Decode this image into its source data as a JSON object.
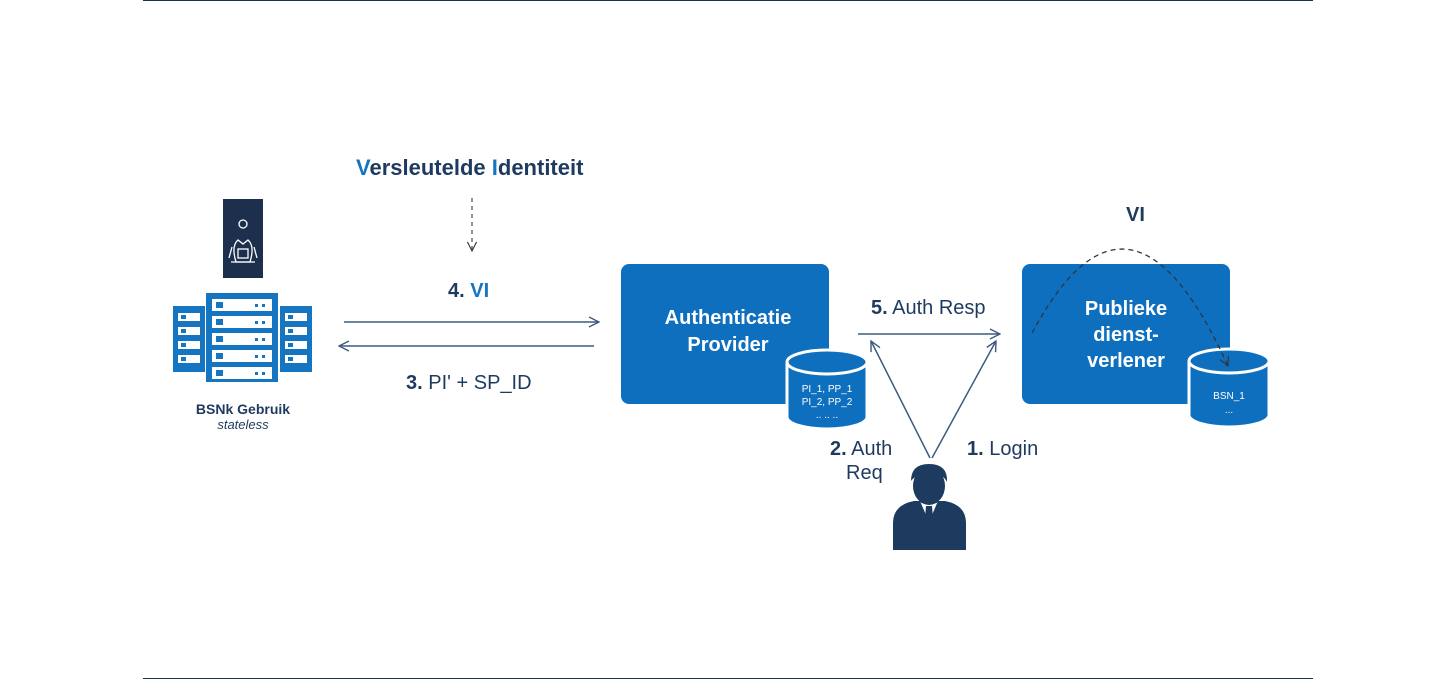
{
  "title": {
    "first_letter": "V",
    "part1": "ersleutelde ",
    "second_letter": "I",
    "part2": "dentiteit"
  },
  "server": {
    "label": "BSNk Gebruik",
    "sublabel": "stateless"
  },
  "arrows": {
    "step4": {
      "number": "4.",
      "text": "VI"
    },
    "step3": {
      "number": "3.",
      "text": "PI' + SP_ID"
    },
    "step5": {
      "number": "5.",
      "text": "Auth Resp"
    },
    "step2": {
      "number": "2.",
      "text_line1": "Auth",
      "text_line2": "Req"
    },
    "step1": {
      "number": "1.",
      "text": "Login"
    },
    "vi_curve_label": "VI"
  },
  "auth_provider": {
    "title_line1": "Authenticatie",
    "title_line2": "Provider",
    "db": {
      "line1": "PI_1, PP_1",
      "line2": "PI_2, PP_2",
      "line3": ".. .. .."
    }
  },
  "publieke": {
    "title_line1": "Publieke",
    "title_line2": "dienst-",
    "title_line3": "verlener",
    "db": {
      "line1": "BSN_1",
      "line2": "..."
    }
  },
  "colors": {
    "accent": "#1675c0",
    "navy": "#1e3a5f",
    "box": "#0f6fbf",
    "arrow": "#3d5b7e"
  }
}
